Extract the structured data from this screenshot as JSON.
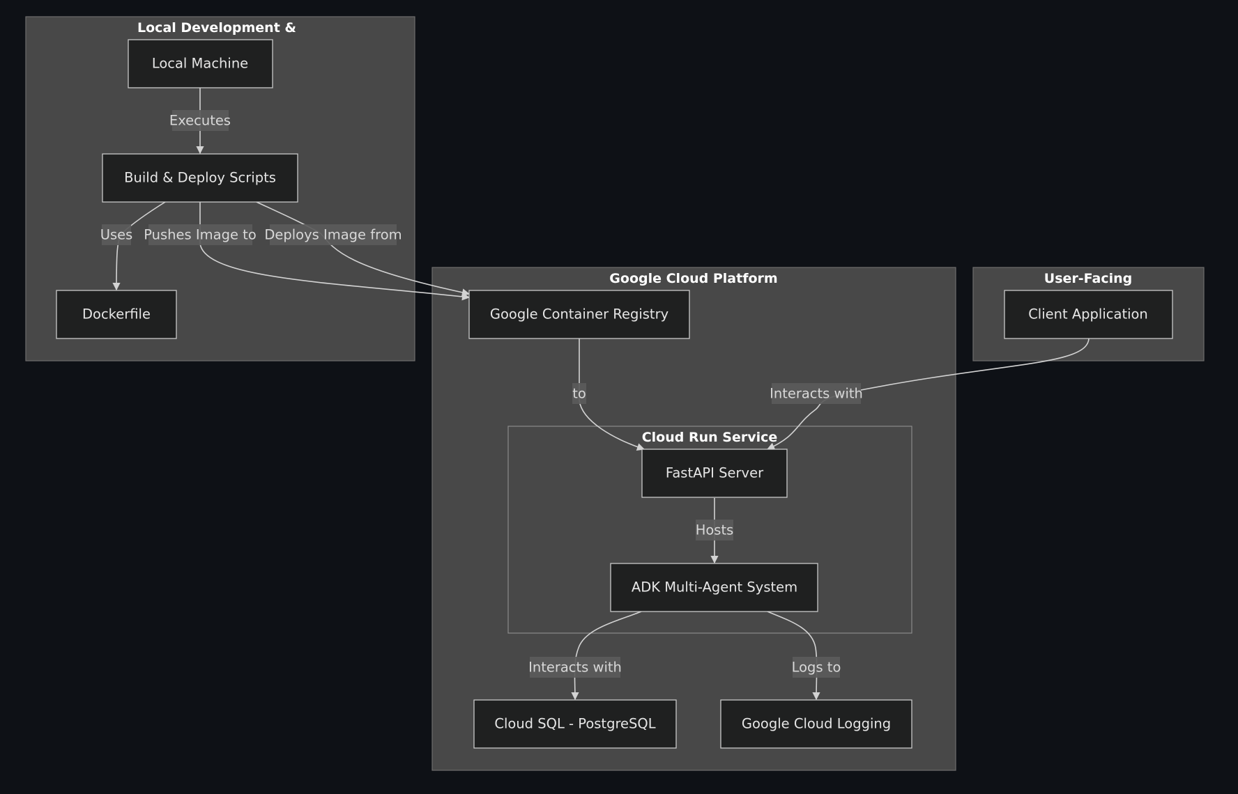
{
  "groups": {
    "local": {
      "title": "Local Development &"
    },
    "gcp": {
      "title": "Google Cloud Platform"
    },
    "user": {
      "title": "User-Facing"
    },
    "run": {
      "title": "Cloud Run Service"
    }
  },
  "nodes": {
    "local_machine": "Local Machine",
    "build_scripts": "Build & Deploy Scripts",
    "dockerfile": "Dockerfile",
    "gcr": "Google Container Registry",
    "client_app": "Client Application",
    "fastapi": "FastAPI Server",
    "adk": "ADK Multi-Agent System",
    "cloud_sql": "Cloud SQL - PostgreSQL",
    "logging": "Google Cloud Logging"
  },
  "edges": {
    "executes": "Executes",
    "uses": "Uses",
    "pushes": "Pushes Image to",
    "deploys": "Deploys Image from",
    "to": "to",
    "client_interacts": "Interacts with",
    "hosts": "Hosts",
    "adk_interacts": "Interacts with",
    "logs_to": "Logs to"
  }
}
